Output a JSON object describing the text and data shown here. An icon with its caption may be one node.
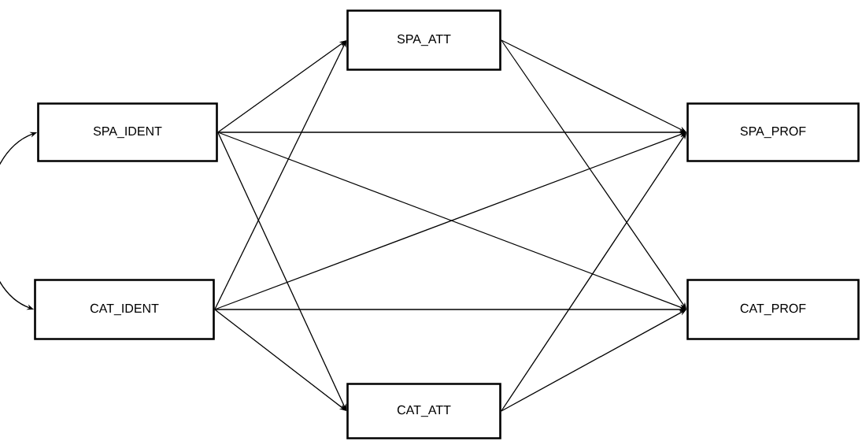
{
  "diagram": {
    "nodes": [
      {
        "text": [
          "SPA_ATT"
        ]
      },
      {
        "text": [
          "SPA_IDENT"
        ]
      },
      {
        "text": [
          "SPA_PROF"
        ]
      },
      {
        "text": [
          "CAT_IDENT"
        ]
      },
      {
        "text": [
          "CAT_PROF"
        ]
      },
      {
        "text": [
          "CAT_ATT"
        ]
      }
    ],
    "edges": [
      {
        "from": 1,
        "to": 3,
        "arrow": "both"
      },
      {
        "from": 1,
        "to": 0,
        "arrow": "to"
      },
      {
        "from": 1,
        "to": 2,
        "arrow": "to"
      },
      {
        "from": 1,
        "to": 4,
        "arrow": "to"
      },
      {
        "from": 1,
        "to": 5,
        "arrow": "to"
      },
      {
        "from": 3,
        "to": 0,
        "arrow": "to"
      },
      {
        "from": 3,
        "to": 2,
        "arrow": "to"
      },
      {
        "from": 3,
        "to": 4,
        "arrow": "to"
      },
      {
        "from": 3,
        "to": 5,
        "arrow": "to"
      },
      {
        "from": 0,
        "to": 2,
        "arrow": "to"
      },
      {
        "from": 0,
        "to": 4,
        "arrow": "to"
      },
      {
        "from": 5,
        "to": 2,
        "arrow": "to"
      },
      {
        "from": 5,
        "to": 4,
        "arrow": "to"
      }
    ]
  }
}
